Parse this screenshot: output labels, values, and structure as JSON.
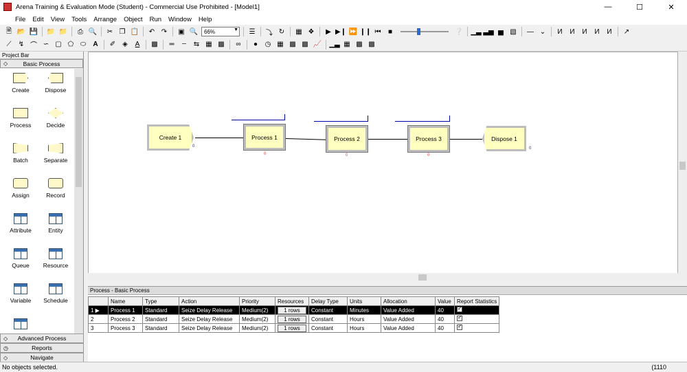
{
  "window": {
    "title": "Arena Training & Evaluation Mode (Student) - Commercial Use Prohibited - [Model1]"
  },
  "menu": [
    "File",
    "Edit",
    "View",
    "Tools",
    "Arrange",
    "Object",
    "Run",
    "Window",
    "Help"
  ],
  "toolbar": {
    "zoom_value": "66%"
  },
  "project_bar": {
    "title": "Project Bar",
    "active_panel": "Basic Process",
    "modules": [
      "Create",
      "Dispose",
      "Process",
      "Decide",
      "Batch",
      "Separate",
      "Assign",
      "Record",
      "Attribute",
      "Entity",
      "Queue",
      "Resource",
      "Variable",
      "Schedule"
    ],
    "panels": [
      "Advanced Process",
      "Reports",
      "Navigate"
    ]
  },
  "flowchart": {
    "nodes": [
      "Create 1",
      "Process 1",
      "Process 2",
      "Process 3",
      "Dispose 1"
    ],
    "counters": [
      "0",
      "0",
      "0",
      "0",
      "0"
    ]
  },
  "spreadsheet": {
    "title": "Process - Basic Process",
    "columns": [
      "Name",
      "Type",
      "Action",
      "Priority",
      "Resources",
      "Delay Type",
      "Units",
      "Allocation",
      "Value",
      "Report Statistics"
    ],
    "rows": [
      {
        "num": "1",
        "name": "Process 1",
        "type": "Standard",
        "action": "Seize Delay Release",
        "priority": "Medium(2)",
        "resources": "1 rows",
        "delay_type": "Constant",
        "units": "Minutes",
        "allocation": "Value Added",
        "value": "40"
      },
      {
        "num": "2",
        "name": "Process 2",
        "type": "Standard",
        "action": "Seize Delay Release",
        "priority": "Medium(2)",
        "resources": "1 rows",
        "delay_type": "Constant",
        "units": "Hours",
        "allocation": "Value Added",
        "value": "40"
      },
      {
        "num": "3",
        "name": "Process 3",
        "type": "Standard",
        "action": "Seize Delay Release",
        "priority": "Medium(2)",
        "resources": "1 rows",
        "delay_type": "Constant",
        "units": "Hours",
        "allocation": "Value Added",
        "value": "40"
      }
    ]
  },
  "status": {
    "message": "No objects selected.",
    "coords": "(1110"
  }
}
